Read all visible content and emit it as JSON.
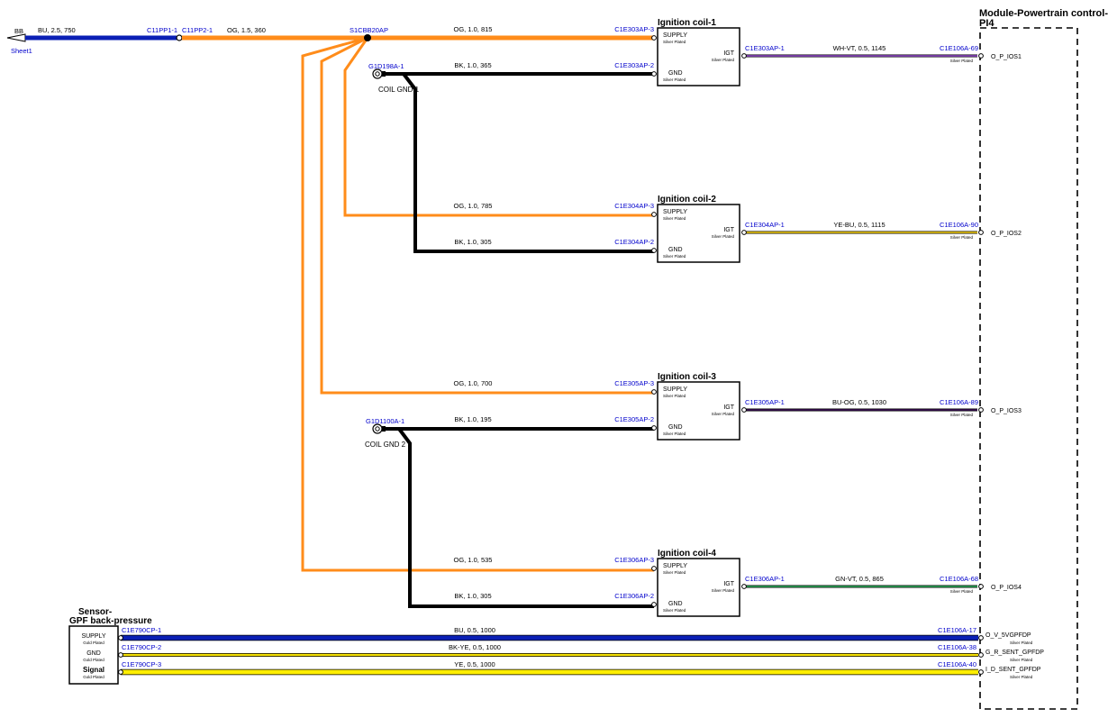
{
  "colors": {
    "OG": "#ff8c1a",
    "BK": "#000000",
    "BU": "#0a1fb5",
    "YE": "#ffee00",
    "WH-VT": "#9b4fd6",
    "YE-BU": "#ffd800",
    "BU-OG": "#3a0d55",
    "GN-VT": "#2bb05a",
    "BK-YE": "#f5e100",
    "connector_blue": "#0000cc",
    "text": "#000000"
  },
  "sheet": {
    "bb_label": "BB",
    "sheet_link": "Sheet1"
  },
  "module": {
    "title_line1": "Module-Powertrain control-",
    "title_line2": "PI4"
  },
  "splice": {
    "label": "S1CBB20AP"
  },
  "feed_wires": [
    {
      "spec": "BU, 2.5, 750"
    },
    {
      "spec": "OG, 1.5, 360"
    }
  ],
  "inline_connectors": [
    {
      "label": "C11PP1-1"
    },
    {
      "label": "C11PP2-1"
    }
  ],
  "grounds": [
    {
      "connector": "G1D198A-1",
      "name": "COIL GND 1"
    },
    {
      "connector": "G1D1100A-1",
      "name": "COIL GND 2"
    }
  ],
  "coils": [
    {
      "title": "Ignition coil-1",
      "supply_label": "SUPPLY",
      "gnd_label": "GND",
      "igt_label": "IGT",
      "plating": "Silver Plated",
      "supply_pin": "C1E303AP-3",
      "gnd_pin": "C1E303AP-2",
      "igt_pin": "C1E303AP-1",
      "supply_wire": "OG, 1.0, 815",
      "gnd_wire": "BK, 1.0, 365",
      "igt_wire": "WH-VT, 0.5, 1145",
      "igt_color": "WH-VT",
      "module_pin": "C1E106A-69",
      "module_signal": "O_P_IOS1"
    },
    {
      "title": "Ignition coil-2",
      "supply_label": "SUPPLY",
      "gnd_label": "GND",
      "igt_label": "IGT",
      "plating": "Silver Plated",
      "supply_pin": "C1E304AP-3",
      "gnd_pin": "C1E304AP-2",
      "igt_pin": "C1E304AP-1",
      "supply_wire": "OG, 1.0, 785",
      "gnd_wire": "BK, 1.0, 305",
      "igt_wire": "YE-BU, 0.5, 1115",
      "igt_color": "YE-BU",
      "module_pin": "C1E106A-90",
      "module_signal": "O_P_IOS2"
    },
    {
      "title": "Ignition coil-3",
      "supply_label": "SUPPLY",
      "gnd_label": "GND",
      "igt_label": "IGT",
      "plating": "Silver Plated",
      "supply_pin": "C1E305AP-3",
      "gnd_pin": "C1E305AP-2",
      "igt_pin": "C1E305AP-1",
      "supply_wire": "OG, 1.0, 700",
      "gnd_wire": "BK, 1.0, 195",
      "igt_wire": "BU-OG, 0.5, 1030",
      "igt_color": "BU-OG",
      "module_pin": "C1E106A-89",
      "module_signal": "O_P_IOS3"
    },
    {
      "title": "Ignition coil-4",
      "supply_label": "SUPPLY",
      "gnd_label": "GND",
      "igt_label": "IGT",
      "plating": "Silver Plated",
      "supply_pin": "C1E306AP-3",
      "gnd_pin": "C1E306AP-2",
      "igt_pin": "C1E306AP-1",
      "supply_wire": "OG, 1.0, 535",
      "gnd_wire": "BK, 1.0, 305",
      "igt_wire": "GN-VT, 0.5, 865",
      "igt_color": "GN-VT",
      "module_pin": "C1E106A-68",
      "module_signal": "O_P_IOS4"
    }
  ],
  "sensor": {
    "title_line1": "Sensor-",
    "title_line2": "GPF back-pressure",
    "plating": "Gold Plated",
    "pins": [
      {
        "label": "SUPPLY",
        "connector": "C1E790CP-1",
        "wire": "BU, 0.5, 1000",
        "color": "BU",
        "module_pin": "C1E106A-17",
        "module_signal": "O_V_5VGPFDP"
      },
      {
        "label": "GND",
        "connector": "C1E790CP-2",
        "wire": "BK-YE, 0.5, 1000",
        "color": "BK-YE",
        "module_pin": "C1E106A-38",
        "module_signal": "G_R_SENT_GPFDP"
      },
      {
        "label": "Signal",
        "connector": "C1E790CP-3",
        "wire": "YE, 0.5, 1000",
        "color": "YE",
        "module_pin": "C1E106A-40",
        "module_signal": "I_D_SENT_GPFDP"
      }
    ],
    "module_plating": "Silver Plated"
  }
}
